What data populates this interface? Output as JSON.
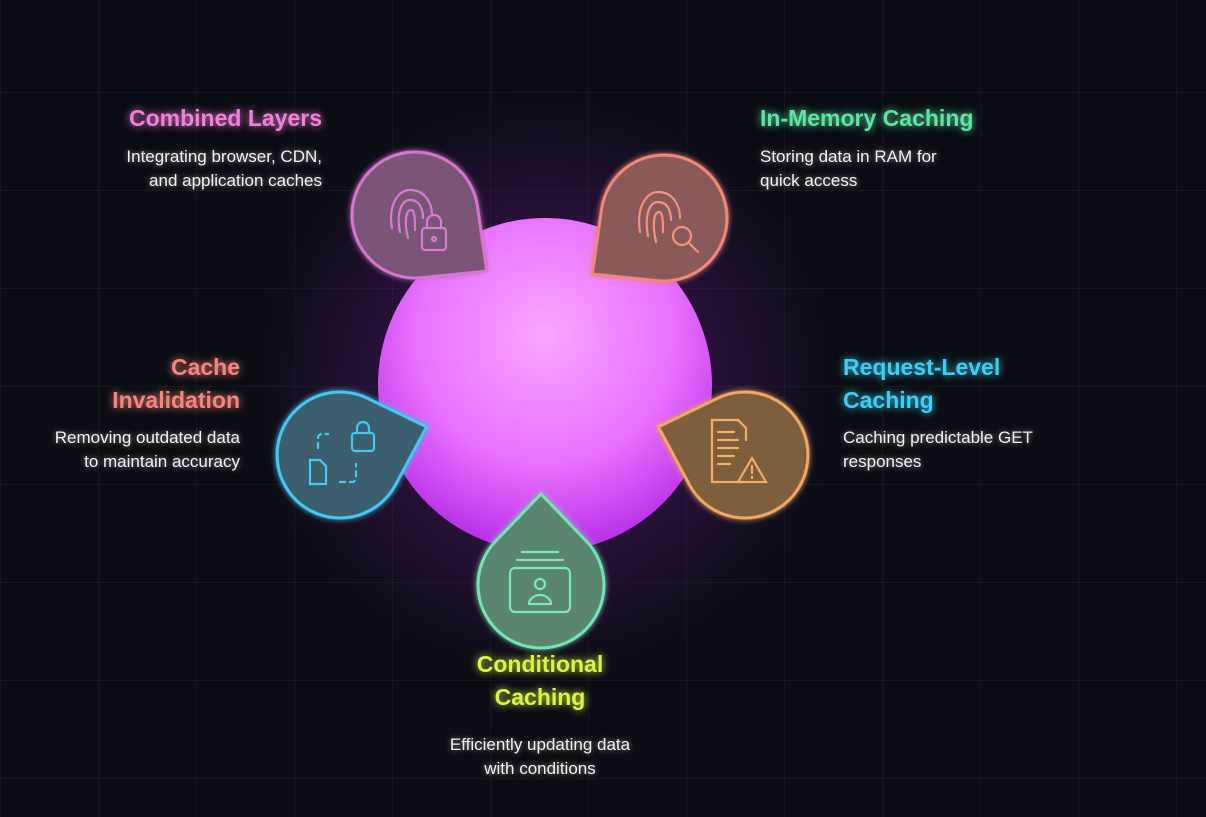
{
  "center": {
    "color": "#f08cff"
  },
  "items": [
    {
      "title": "Combined Layers",
      "desc": [
        "Integrating browser, CDN,",
        "and application caches"
      ],
      "color": "#f27fd8",
      "icon": "fingerprint-lock-icon"
    },
    {
      "title": "In-Memory Caching",
      "desc": [
        "Storing data in RAM for",
        "quick access"
      ],
      "color": "#5fe3a4",
      "icon": "fingerprint-search-icon"
    },
    {
      "title": [
        "Cache",
        "Invalidation"
      ],
      "desc": [
        "Removing outdated data",
        "to maintain accuracy"
      ],
      "color": "#f5857a",
      "icon": "file-lock-transfer-icon"
    },
    {
      "title": [
        "Request-Level",
        "Caching"
      ],
      "desc": [
        "Caching predictable GET",
        "responses"
      ],
      "color": "#3fcdf2",
      "icon": "document-warning-icon"
    },
    {
      "title": [
        "Conditional",
        "Caching"
      ],
      "desc": [
        "Efficiently updating data",
        "with conditions"
      ],
      "color": "#dcf244",
      "icon": "id-card-icon"
    }
  ]
}
